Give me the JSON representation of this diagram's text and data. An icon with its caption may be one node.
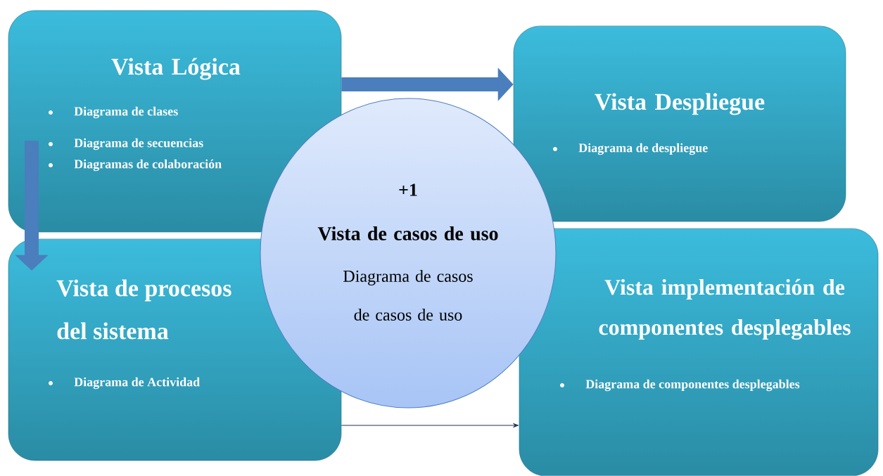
{
  "diagram": {
    "nodes": [
      {
        "text": [
          "Vista Lógica",
          "Diagrama de clases",
          "Diagrama de secuencias",
          "Diagramas de colaboración"
        ]
      },
      {
        "text": [
          "Vista Despliegue",
          "Diagrama de despliegue"
        ]
      },
      {
        "text": [
          "+1",
          "Vista de casos de uso",
          "Diagrama de casos de casos de uso"
        ]
      },
      {
        "text": [
          "Vista de procesos del sistema",
          "Diagrama de Actividad"
        ]
      },
      {
        "text": [
          "Vista implementación de componentes desplegables",
          "Diagrama de componentes desplegables"
        ]
      }
    ],
    "edges": [
      {
        "from": 0,
        "to": 1,
        "arrow": "to"
      },
      {
        "from": 0,
        "to": 3,
        "arrow": "to"
      },
      {
        "from": 3,
        "to": 4,
        "arrow": "to",
        "color": "#1f3350"
      }
    ]
  }
}
